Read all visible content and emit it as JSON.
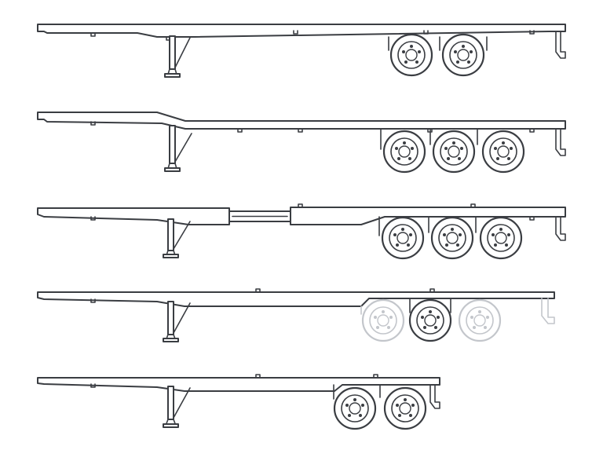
{
  "illustration": {
    "background": "#ffffff",
    "line_color": "#3a3d42",
    "ghost_line_color": "#c3c6cb"
  },
  "trailers": [
    {
      "id": "trailer-1",
      "type": "gooseneck flatbed",
      "axles": 2,
      "retracted_axles": 0
    },
    {
      "id": "trailer-2",
      "type": "gooseneck flatbed",
      "axles": 3,
      "retracted_axles": 0
    },
    {
      "id": "trailer-3",
      "type": "extendable flatbed",
      "axles": 3,
      "retracted_axles": 0
    },
    {
      "id": "trailer-4",
      "type": "flatbed with lift axles",
      "axles": 3,
      "retracted_axles": 2
    },
    {
      "id": "trailer-5",
      "type": "short flatbed",
      "axles": 2,
      "retracted_axles": 0
    }
  ]
}
